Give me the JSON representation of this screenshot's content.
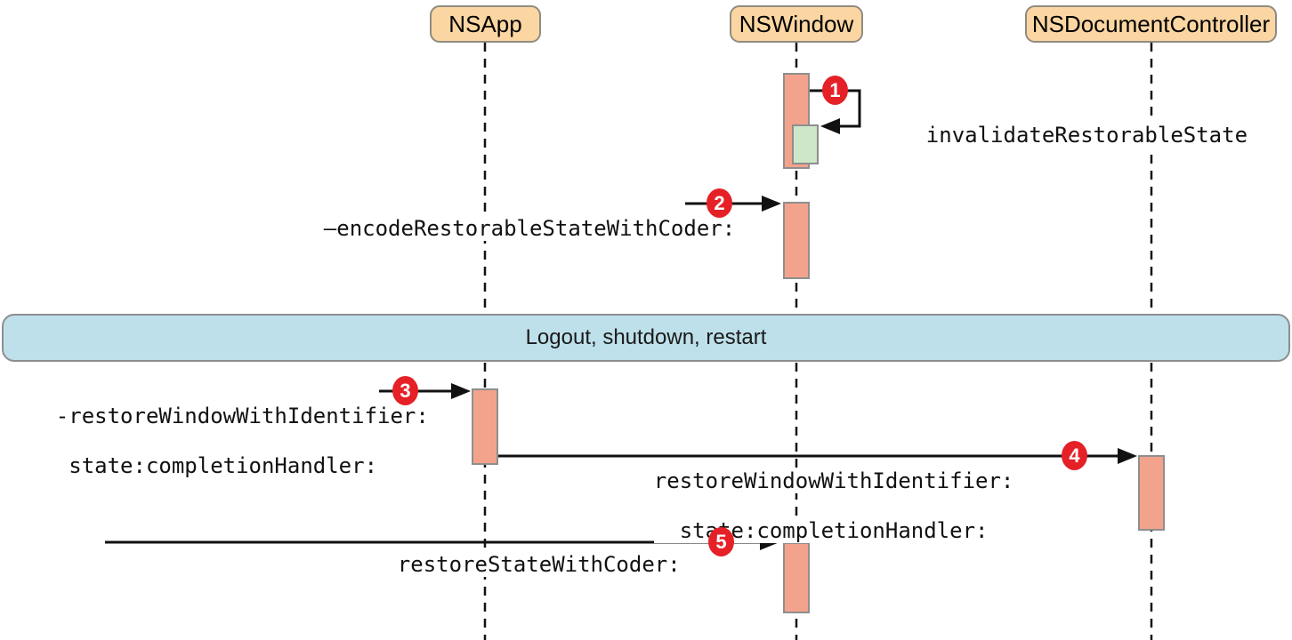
{
  "diagram": {
    "title_hint": "State restoration sequence diagram",
    "actors": [
      {
        "id": "nsapp",
        "label": "NSApp"
      },
      {
        "id": "nswindow",
        "label": "NSWindow"
      },
      {
        "id": "nsdocumentcontroller",
        "label": "NSDocumentController"
      }
    ],
    "banner": {
      "label": "Logout, shutdown, restart"
    },
    "messages": [
      {
        "num": "1",
        "label": "invalidateRestorableState",
        "kind": "self-call",
        "source": "NSWindow",
        "target": "NSWindow"
      },
      {
        "num": "2",
        "label": "—encodeRestorableStateWithCoder:",
        "kind": "call",
        "target": "NSWindow"
      },
      {
        "num": "3",
        "label_line1": "-restoreWindowWithIdentifier:",
        "label_line2": " state:completionHandler:",
        "kind": "call",
        "target": "NSApp"
      },
      {
        "num": "4",
        "label_line1": "restoreWindowWithIdentifier:",
        "label_line2": "  state:completionHandler:",
        "kind": "call",
        "source": "NSApp",
        "target": "NSDocumentController"
      },
      {
        "num": "5",
        "label": "restoreStateWithCoder:",
        "kind": "call",
        "target": "NSWindow"
      }
    ]
  },
  "theme": {
    "actor_fill": "#FBD6A2",
    "actor_border": "#8F8B81",
    "activation_fill": "#F3A38C",
    "activation_border": "#8E8E8E",
    "nested_fill": "#CEE7C9",
    "banner_fill": "#BEE0EB",
    "banner_border": "#8E8E8E",
    "badge_red": "#E52026",
    "line_color": "#111111"
  }
}
